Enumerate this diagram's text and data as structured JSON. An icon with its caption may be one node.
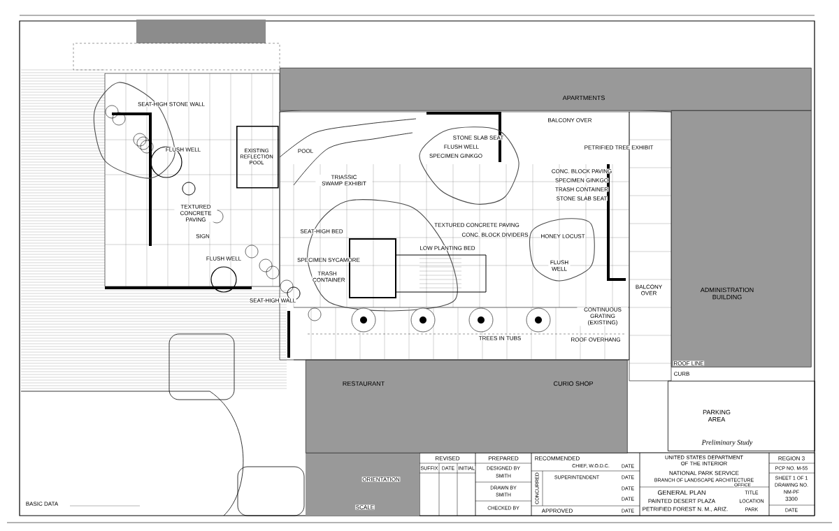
{
  "diagram": {
    "nodes": [
      {
        "text": [
          "APARTMENTS"
        ]
      },
      {
        "text": [
          "ADMINISTRATION BUILDING"
        ]
      },
      {
        "text": [
          "RESTAURANT",
          "CURIO SHOP"
        ]
      },
      {
        "text": [
          "PARKING AREA"
        ]
      },
      {
        "text": [
          "EXISTING REFLECTION POOL"
        ]
      }
    ],
    "labels": [
      "SEAT-HIGH STONE WALL",
      "FLUSH WELL",
      "POOL",
      "TRIASSIC SWAMP EXHIBIT",
      "STONE SLAB SEAT",
      "FLUSH WELL",
      "SPECIMEN GINKGO",
      "BALCONY OVER",
      "PETRIFIED TREE EXHIBIT",
      "CONC. BLOCK PAVING",
      "SPECIMEN GINKGO",
      "TRASH CONTAINER",
      "STONE SLAB SEAT",
      "TEXTURED CONCRETE PAVING",
      "SIGN",
      "TEXTURED CONCRETE PAVING",
      "SEAT-HIGH BED",
      "CONC. BLOCK DIVIDERS",
      "HONEY LOCUST",
      "LOW PLANTING BED",
      "FLUSH WELL",
      "SPECIMEN SYCAMORE",
      "FLUSH WELL",
      "TRASH CONTAINER",
      "BALCONY OVER",
      "SEAT-HIGH WALL",
      "CONTINUOUS GRATING (EXISTING)",
      "TREES IN TUBS",
      "ROOF OVERHANG",
      "ROOF LINE",
      "CURB",
      "Preliminary Study",
      "ORIENTATION",
      "SCALE",
      "BASIC DATA",
      "REVISED",
      "SUFFIX",
      "DATE",
      "INITIAL",
      "PREPARED",
      "DESIGNED BY",
      "SMITH",
      "DRAWN BY",
      "SMITH",
      "CHECKED BY",
      "RECOMMENDED",
      "CHIEF, W.O.D.C.",
      "DATE",
      "CONCURRED",
      "SUPERINTENDENT",
      "DATE",
      "DATE",
      "DATE",
      "APPROVED",
      "DATE",
      "UNITED STATES DEPARTMENT OF THE INTERIOR",
      "NATIONAL PARK SERVICE",
      "BRANCH OF LANDSCAPE ARCHITECTURE",
      "OFFICE",
      "GENERAL PLAN",
      "TITLE",
      "PAINTED DESERT PLAZA",
      "LOCATION",
      "PETRIFIED FOREST N. M., ARIZ.",
      "PARK",
      "REGION 3",
      "PCP NO. M-55",
      "SHEET 1 OF 1",
      "DRAWING NO.",
      "NM-PF",
      "3300",
      "DATE"
    ]
  }
}
